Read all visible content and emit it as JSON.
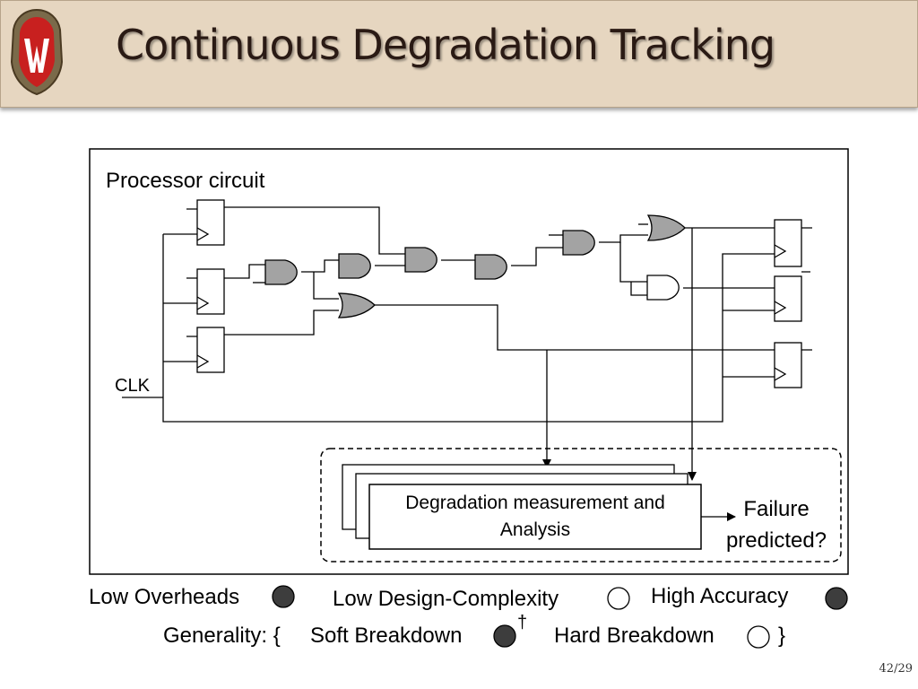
{
  "slide": {
    "title": "Continuous Degradation Tracking",
    "page_number": "42/29"
  },
  "diagram": {
    "circuit_label": "Processor circuit",
    "clock_label": "CLK",
    "analysis_box_line1": "Degradation measurement and",
    "analysis_box_line2": "Analysis",
    "output_line1": "Failure",
    "output_line2": "predicted?",
    "gate_color": "#a3a3a3"
  },
  "criteria": {
    "low_overheads": {
      "label": "Low Overheads",
      "met": true
    },
    "low_design_complexity": {
      "label": "Low Design-Complexity",
      "met": false
    },
    "high_accuracy": {
      "label": "High Accuracy",
      "met": true
    },
    "generality_prefix": "Generality: {",
    "soft_breakdown": {
      "label": "Soft Breakdown",
      "met": true
    },
    "dagger": "†",
    "hard_breakdown": {
      "label": "Hard Breakdown",
      "met": false
    },
    "generality_suffix": "}",
    "filled_color": "#3d3d3d"
  }
}
